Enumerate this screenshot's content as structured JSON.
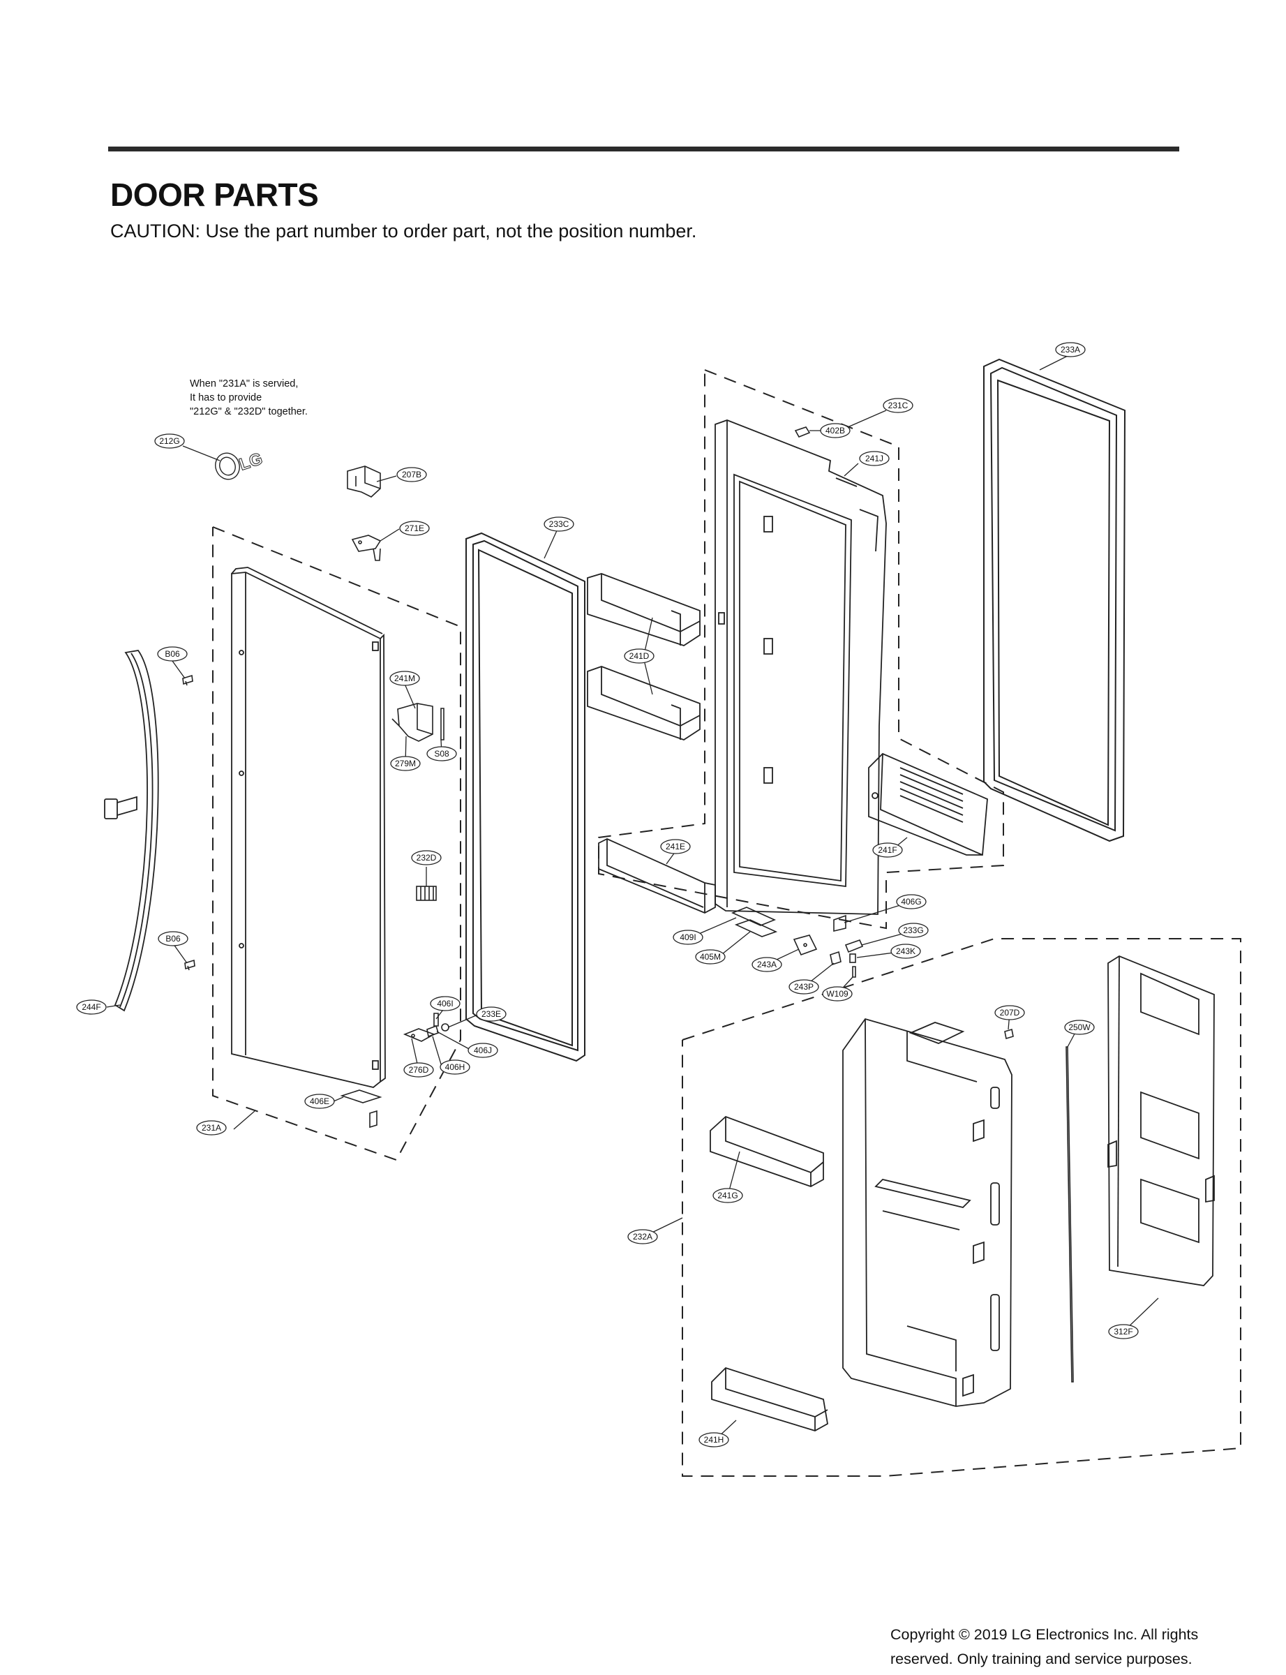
{
  "header": {
    "title": "DOOR PARTS",
    "caution": "CAUTION: Use the part number to order part, not the position number."
  },
  "note": {
    "lines": [
      "When \"231A\" is servied,",
      "It has to provide",
      "\"212G\" & \"232D\" together."
    ]
  },
  "logo_text": "LG",
  "copyright": {
    "lines": [
      "Copyright © 2019  LG Electronics Inc. All rights",
      "reserved. Only training and service purposes."
    ]
  },
  "callouts": [
    {
      "id": "c-233A",
      "label": "233A"
    },
    {
      "id": "c-231C",
      "label": "231C"
    },
    {
      "id": "c-402B",
      "label": "402B"
    },
    {
      "id": "c-241J",
      "label": "241J"
    },
    {
      "id": "c-212G",
      "label": "212G"
    },
    {
      "id": "c-207B",
      "label": "207B"
    },
    {
      "id": "c-271E",
      "label": "271E"
    },
    {
      "id": "c-233C",
      "label": "233C"
    },
    {
      "id": "c-241D",
      "label": "241D"
    },
    {
      "id": "c-B06a",
      "label": "B06"
    },
    {
      "id": "c-241M",
      "label": "241M"
    },
    {
      "id": "c-279M",
      "label": "279M"
    },
    {
      "id": "c-S08",
      "label": "S08"
    },
    {
      "id": "c-232D",
      "label": "232D"
    },
    {
      "id": "c-241E",
      "label": "241E"
    },
    {
      "id": "c-241F",
      "label": "241F"
    },
    {
      "id": "c-406G",
      "label": "406G"
    },
    {
      "id": "c-233G",
      "label": "233G"
    },
    {
      "id": "c-409I",
      "label": "409I"
    },
    {
      "id": "c-405M",
      "label": "405M"
    },
    {
      "id": "c-243A",
      "label": "243A"
    },
    {
      "id": "c-243K",
      "label": "243K"
    },
    {
      "id": "c-243P",
      "label": "243P"
    },
    {
      "id": "c-W109",
      "label": "W109"
    },
    {
      "id": "c-B06b",
      "label": "B06"
    },
    {
      "id": "c-244F",
      "label": "244F"
    },
    {
      "id": "c-406I",
      "label": "406I"
    },
    {
      "id": "c-233E",
      "label": "233E"
    },
    {
      "id": "c-406J",
      "label": "406J"
    },
    {
      "id": "c-406H",
      "label": "406H"
    },
    {
      "id": "c-276D",
      "label": "276D"
    },
    {
      "id": "c-406E",
      "label": "406E"
    },
    {
      "id": "c-231A",
      "label": "231A"
    },
    {
      "id": "c-207D",
      "label": "207D"
    },
    {
      "id": "c-250W",
      "label": "250W"
    },
    {
      "id": "c-241G",
      "label": "241G"
    },
    {
      "id": "c-232A",
      "label": "232A"
    },
    {
      "id": "c-312F",
      "label": "312F"
    },
    {
      "id": "c-241H",
      "label": "241H"
    }
  ]
}
